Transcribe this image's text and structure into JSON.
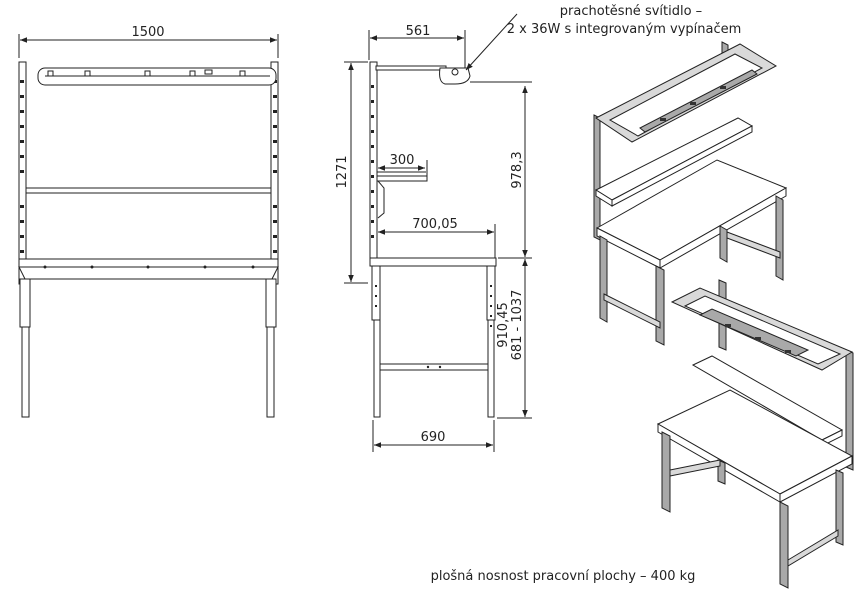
{
  "labels": {
    "width_front": "1500",
    "width_top_side": "561",
    "height_total": "1271",
    "shelf_depth": "300",
    "height_light": "978,3",
    "depth_top": "700,05",
    "height_adjust_a": "910,45",
    "height_adjust_b": "681 - 1037",
    "depth_base": "690"
  },
  "notes": {
    "light_line1": "prachotěsné svítidlo –",
    "light_line2": "2 x 36W s integrovaným vypínačem",
    "load": "plošná nosnost pracovní plochy – 400 kg"
  },
  "colors": {
    "line": "#222222",
    "frame_fill": "#d9d9d9",
    "dark_fill": "#a9a9a9"
  }
}
